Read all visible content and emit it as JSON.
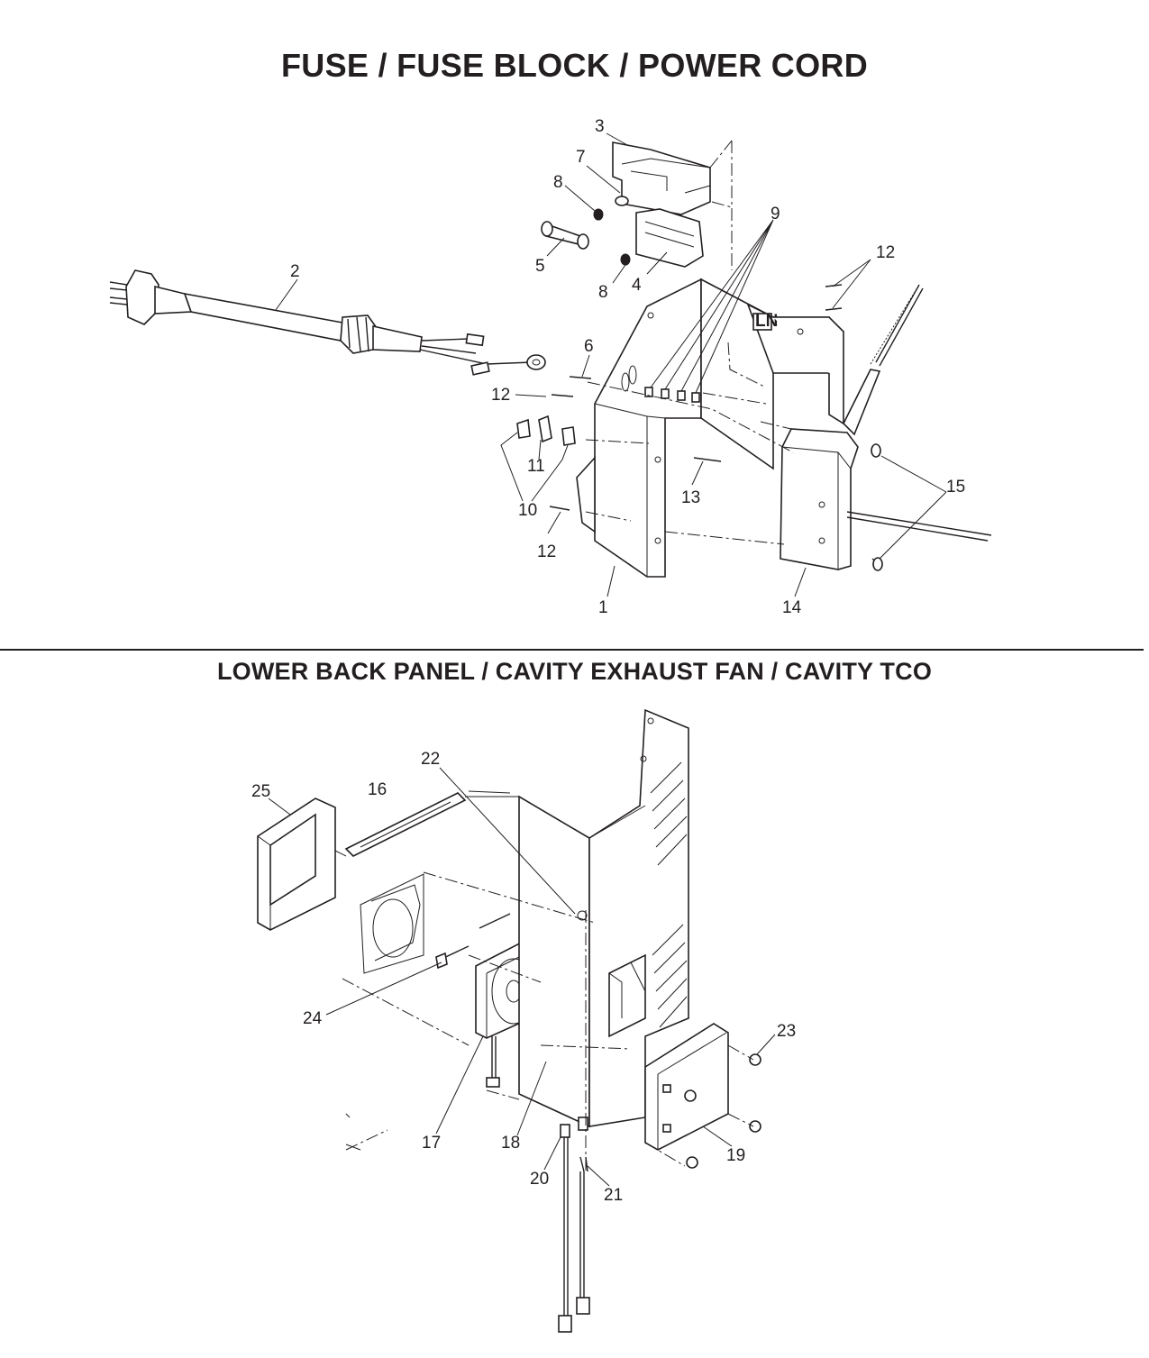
{
  "title_top": "FUSE / FUSE BLOCK / POWER CORD",
  "title_bottom": "LOWER BACK PANEL / CAVITY EXHAUST FAN / CAVITY TCO",
  "panel_label": "LN",
  "callouts_top": [
    "1",
    "2",
    "3",
    "4",
    "5",
    "6",
    "7",
    "8",
    "8",
    "9",
    "10",
    "11",
    "12",
    "12",
    "12",
    "13",
    "14",
    "15"
  ],
  "callouts_bottom": [
    "16",
    "17",
    "18",
    "19",
    "20",
    "21",
    "22",
    "23",
    "24",
    "25"
  ]
}
